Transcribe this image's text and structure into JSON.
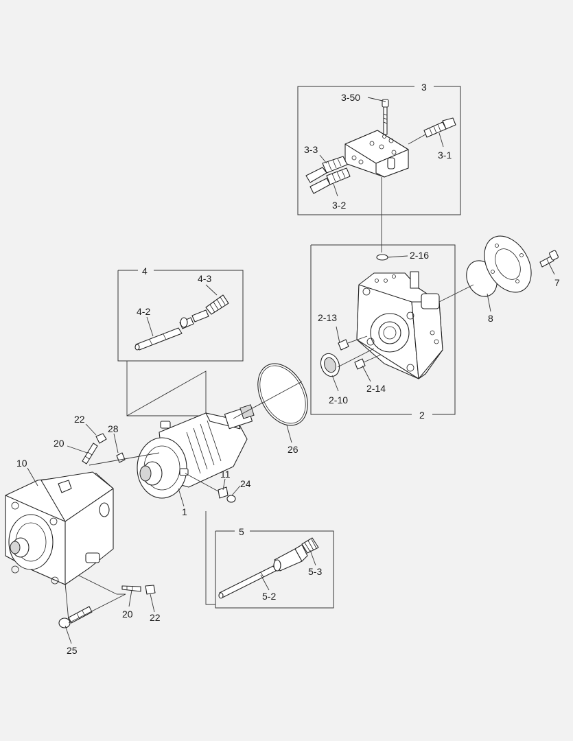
{
  "labels": {
    "l3": "3",
    "l3_50": "3-50",
    "l3_3": "3-3",
    "l3_1": "3-1",
    "l3_2": "3-2",
    "l2_16": "2-16",
    "l7": "7",
    "l8": "8",
    "l4": "4",
    "l4_3": "4-3",
    "l4_2": "4-2",
    "l2_13": "2-13",
    "l2_14": "2-14",
    "l2_10": "2-10",
    "l2": "2",
    "l26": "26",
    "l22a": "22",
    "l28": "28",
    "l20a": "20",
    "l10": "10",
    "l11": "11",
    "l24": "24",
    "l1": "1",
    "l5": "5",
    "l5_3": "5-3",
    "l5_2": "5-2",
    "l20b": "20",
    "l22b": "22",
    "l25": "25"
  }
}
